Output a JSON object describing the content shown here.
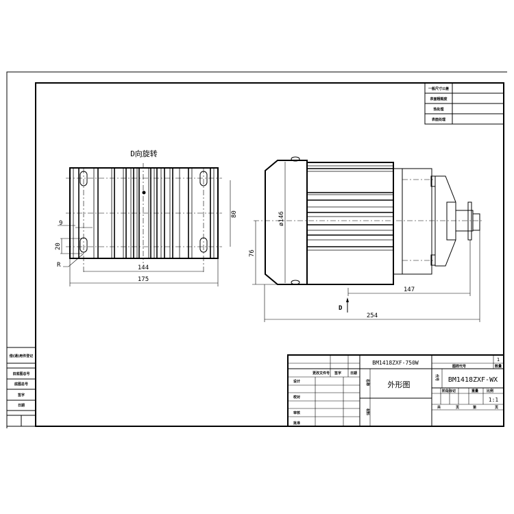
{
  "drawing": {
    "view_title": "D向旋转",
    "view_arrow_label": "D",
    "dimensions": {
      "slot_width": "9",
      "slot_length": "20",
      "radius": "R",
      "hole_spacing_x": "144",
      "plate_width": "175",
      "hole_spacing_y": "80",
      "diameter": "ø146",
      "center_height": "76",
      "shaft_distance": "147",
      "overall_length": "254"
    }
  },
  "tech_table": [
    "一般尺寸公差",
    "表面粗糙度",
    "热处理",
    "表面处理"
  ],
  "left_table": [
    "借(通)用件登记",
    "旧底图总号",
    "底图总号",
    "签字",
    "日期"
  ],
  "title_block": {
    "model": "BM1418ZXF-750W",
    "name": "外形图",
    "drawing_no": "BM1418ZXF-WX",
    "quantity": "1",
    "scale": "1:1",
    "headers": {
      "change_doc": "更改文件号",
      "sign": "签字",
      "date": "日期",
      "design": "设计",
      "check": "校对",
      "review": "审核",
      "approve": "批准",
      "name_label": "名称",
      "material_label": "材料",
      "drawing_no_label": "图样代号",
      "quantity_label": "数量",
      "code_label": "代号",
      "stage": "阶段标记",
      "weight": "重量",
      "scale_label": "比例",
      "total": "共",
      "page": "页",
      "sheet": "第",
      "page2": "页"
    }
  }
}
